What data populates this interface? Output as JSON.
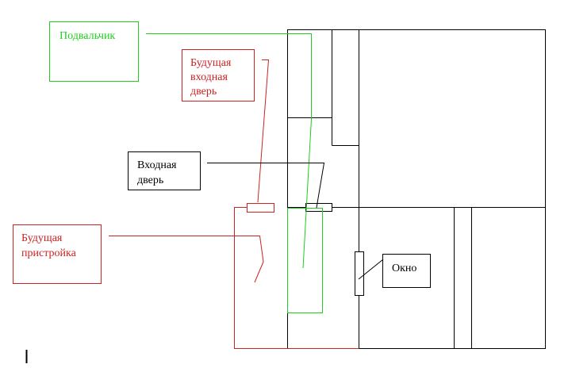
{
  "colors": {
    "black": "#000000",
    "green": "#1fcc1f",
    "red": "#cc2222"
  },
  "labels": {
    "basement": "Подвальчик",
    "future_door": [
      "Будущая",
      "входная",
      "дверь"
    ],
    "entrance_door": [
      "Входная",
      "дверь"
    ],
    "future_extension": [
      "Будущая",
      "пристройка"
    ],
    "window": "Окно"
  }
}
